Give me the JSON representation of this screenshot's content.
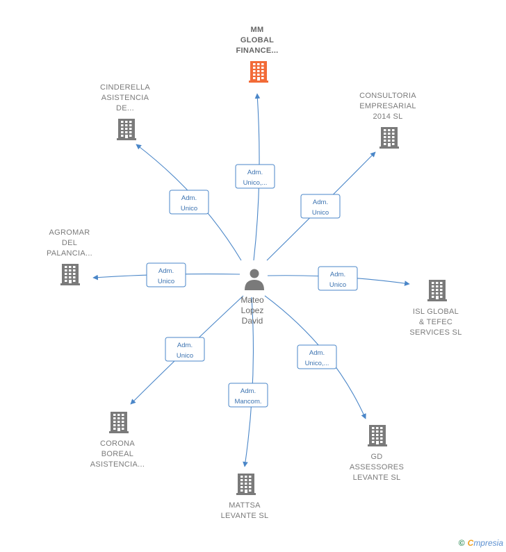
{
  "center": {
    "name_lines": [
      "Mateo",
      "Lopez",
      "David"
    ],
    "icon": "person-icon"
  },
  "colors": {
    "edge": "#4a86c8",
    "highlight_building": "#f26b38",
    "building": "#7a7a7a"
  },
  "nodes": [
    {
      "id": "mm-global",
      "label_lines": [
        "MM",
        "GLOBAL",
        "FINANCE..."
      ],
      "highlight": true,
      "role_lines": [
        "Adm.",
        "Unico,..."
      ]
    },
    {
      "id": "consultoria",
      "label_lines": [
        "CONSULTORIA",
        "EMPRESARIAL",
        "2014  SL"
      ],
      "highlight": false,
      "role_lines": [
        "Adm.",
        "Unico"
      ]
    },
    {
      "id": "isl-global",
      "label_lines": [
        "ISL GLOBAL",
        "& TEFEC",
        "SERVICES  SL"
      ],
      "highlight": false,
      "role_lines": [
        "Adm.",
        "Unico"
      ]
    },
    {
      "id": "gd-assessores",
      "label_lines": [
        "GD",
        "ASSESSORES",
        "LEVANTE  SL"
      ],
      "highlight": false,
      "role_lines": [
        "Adm.",
        "Unico,..."
      ]
    },
    {
      "id": "mattsa",
      "label_lines": [
        "MATTSA",
        "LEVANTE  SL"
      ],
      "highlight": false,
      "role_lines": [
        "Adm.",
        "Mancom."
      ]
    },
    {
      "id": "corona-boreal",
      "label_lines": [
        "CORONA",
        "BOREAL",
        "ASISTENCIA..."
      ],
      "highlight": false,
      "role_lines": [
        "Adm.",
        "Unico"
      ]
    },
    {
      "id": "agromar",
      "label_lines": [
        "AGROMAR",
        "DEL",
        "PALANCIA..."
      ],
      "highlight": false,
      "role_lines": [
        "Adm.",
        "Unico"
      ]
    },
    {
      "id": "cinderella",
      "label_lines": [
        "CINDERELLA",
        "ASISTENCIA",
        "DE..."
      ],
      "highlight": false,
      "role_lines": [
        "Adm.",
        "Unico"
      ]
    }
  ],
  "footer": {
    "copyright": "©",
    "brand_first": "C",
    "brand_rest": "mpresia"
  }
}
